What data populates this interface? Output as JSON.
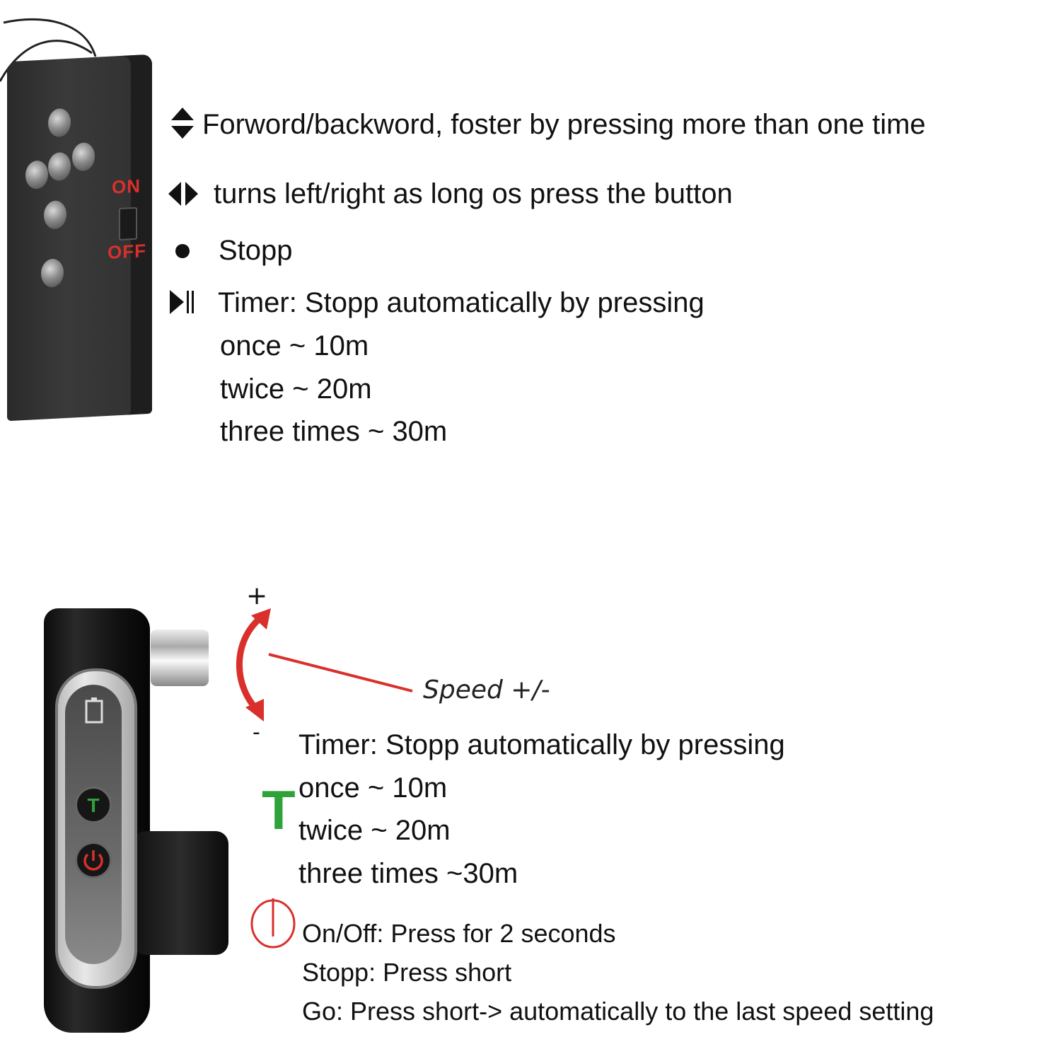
{
  "remote": {
    "on_label": "ON",
    "off_label": "OFF",
    "instructions": [
      {
        "icon": "up-down-arrows-icon",
        "text": "Forword/backword, foster by pressing more than one time"
      },
      {
        "icon": "left-right-arrows-icon",
        "text": "turns left/right as long os press the button"
      },
      {
        "icon": "dot-icon",
        "text": "Stopp"
      },
      {
        "icon": "play-pause-icon",
        "text": "Timer: Stopp automatically by pressing"
      }
    ],
    "timer_options": [
      "once ~ 10m",
      "twice ~ 20m",
      "three times ~ 30m"
    ]
  },
  "handle": {
    "plus_label": "+",
    "minus_label": "-",
    "speed_label": "Speed +/-",
    "timer_icon_letter": "T",
    "timer_title": "Timer: Stopp automatically by pressing",
    "timer_options": [
      "once ~ 10m",
      "twice ~ 20m",
      "three times ~30m"
    ],
    "power_lines": [
      "On/Off: Press for 2 seconds",
      "Stopp: Press short",
      "Go: Press short-> automatically to the last speed setting"
    ]
  },
  "colors": {
    "accent_red": "#d9302c",
    "timer_green": "#2fa33a",
    "text": "#111111"
  }
}
